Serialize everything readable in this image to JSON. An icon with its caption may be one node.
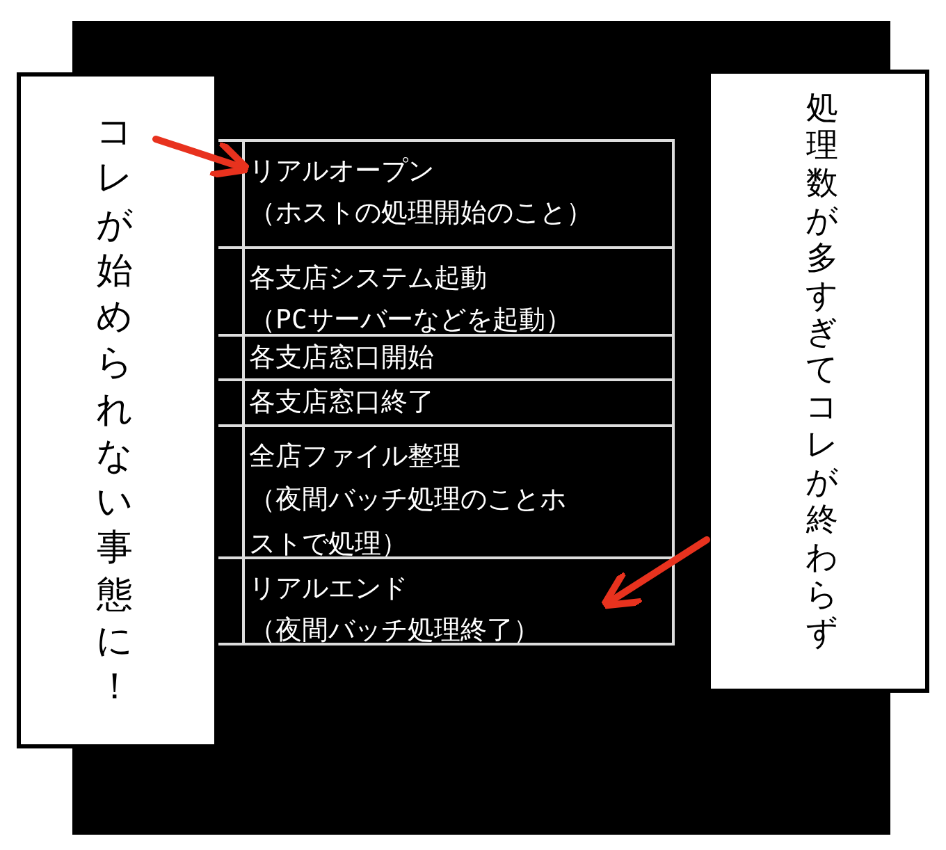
{
  "diagram": {
    "nodes": [
      {
        "text": [
          "コレが始められない事態に！"
        ]
      },
      {
        "text": [
          "処理数が多すぎてコレが終わらず"
        ]
      },
      {
        "text": [
          "リアルオープン",
          "（ホストの処理開始のこと）"
        ]
      },
      {
        "text": [
          "各支店システム起動",
          "（PCサーバーなどを起動）"
        ]
      },
      {
        "text": [
          "各支店窓口開始"
        ]
      },
      {
        "text": [
          "各支店窓口終了"
        ]
      },
      {
        "text": [
          "全店ファイル整理",
          "（夜間バッチ処理のことホストで処理）"
        ]
      },
      {
        "text": [
          "リアルエンド",
          "（夜間バッチ処理終了）"
        ]
      }
    ],
    "edges": [
      {
        "from": 0,
        "to": 2,
        "arrow": "to"
      },
      {
        "from": 1,
        "to": 7,
        "arrow": "to"
      }
    ]
  }
}
